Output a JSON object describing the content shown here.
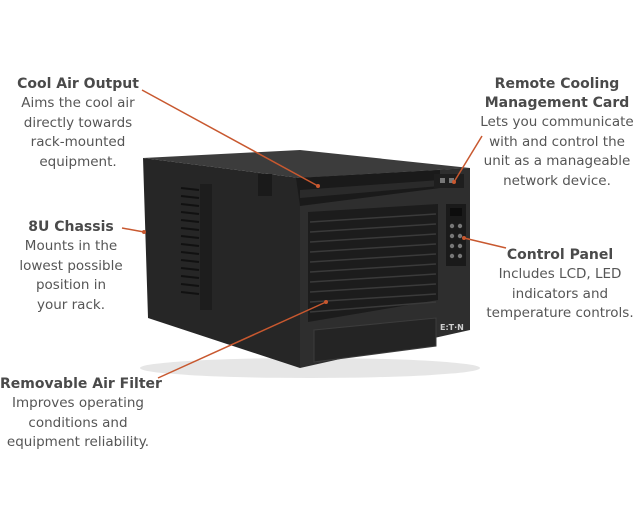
{
  "callouts": {
    "cool_air_output": {
      "title": "Cool Air Output",
      "lines": [
        "Aims the cool air",
        "directly towards",
        "rack-mounted",
        "equipment."
      ]
    },
    "remote_card": {
      "title_lines": [
        "Remote Cooling",
        "Management Card"
      ],
      "lines": [
        "Lets you communicate",
        "with and control the",
        "unit as a manageable",
        "network device."
      ]
    },
    "chassis": {
      "title": "8U Chassis",
      "lines": [
        "Mounts in the",
        "lowest possible",
        "position in",
        "your rack."
      ]
    },
    "control_panel": {
      "title": "Control Panel",
      "lines": [
        "Includes LCD, LED",
        "indicators and",
        "temperature controls."
      ]
    },
    "air_filter": {
      "title": "Removable Air Filter",
      "lines": [
        "Improves operating",
        "conditions and",
        "equipment reliability."
      ]
    }
  },
  "product": {
    "brand_logo": "E:T·N"
  },
  "colors": {
    "leader_line": "#c8582f",
    "unit_body": "#2b2b2b"
  }
}
